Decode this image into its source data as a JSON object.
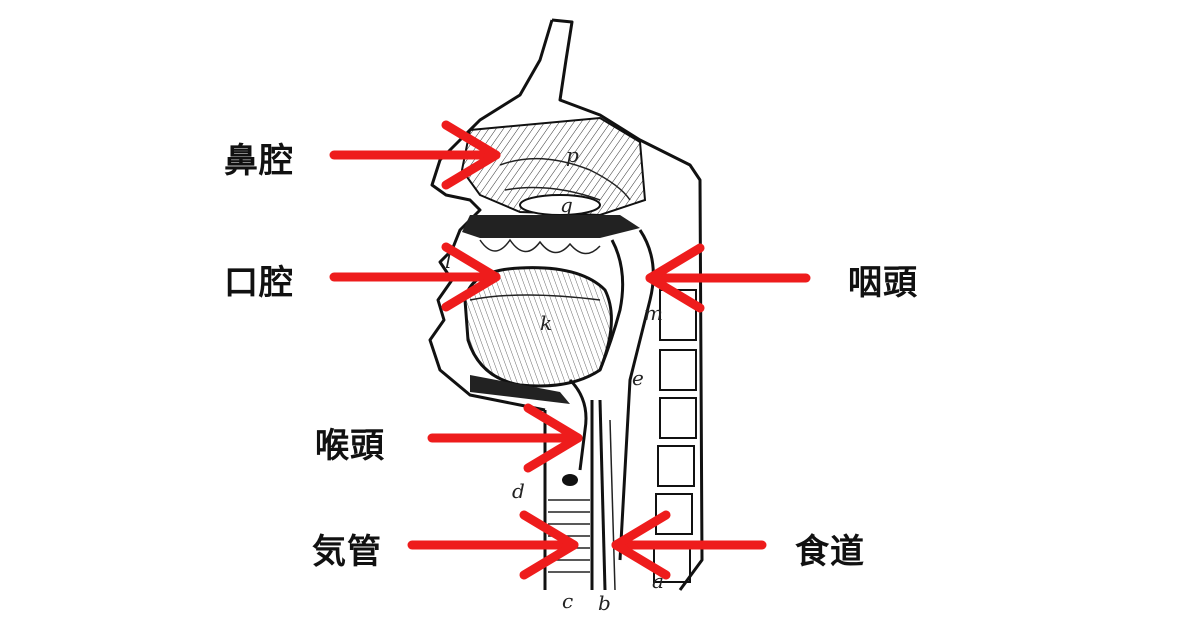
{
  "labels": {
    "nasal_cavity": "鼻腔",
    "oral_cavity": "口腔",
    "pharynx": "咽頭",
    "larynx": "喉頭",
    "trachea": "気管",
    "esophagus": "食道"
  },
  "figure_letters": [
    "p",
    "q",
    "l",
    "k",
    "m",
    "e",
    "d",
    "c",
    "b",
    "a"
  ],
  "colors": {
    "arrow": "#ee1c1c",
    "ink": "#111111",
    "background": "#ffffff"
  }
}
